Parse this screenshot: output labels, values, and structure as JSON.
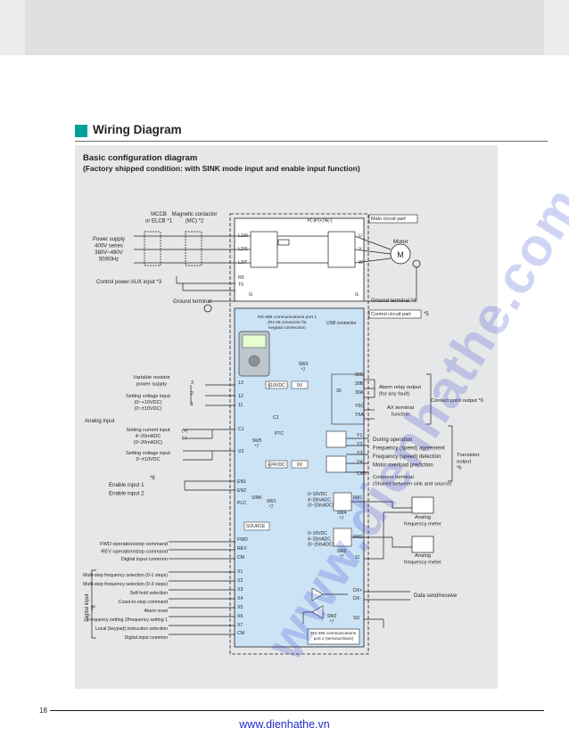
{
  "section_title": "Wiring Diagram",
  "diagram": {
    "title": "Basic configuration diagram",
    "subtitle": "(Factory shipped condition: with SINK mode input and enable input function)",
    "labels": [
      {
        "id": "mccb",
        "lines": [
          "MCCB",
          "or ELCB *1"
        ]
      },
      {
        "id": "mc",
        "lines": [
          "Magnetic contactor",
          "(MC) *2"
        ]
      },
      {
        "id": "power_supply",
        "lines": [
          "Power supply",
          "400V series",
          "380V~480V",
          "50/60Hz"
        ]
      },
      {
        "id": "aux",
        "lines": [
          "Control power AUX input *3"
        ]
      },
      {
        "id": "ground_terminal_left",
        "lines": [
          "Ground terminal"
        ]
      },
      {
        "id": "main_circuit",
        "lines": [
          "Main circuit part"
        ]
      },
      {
        "id": "motor",
        "lines": [
          "Motor"
        ]
      },
      {
        "id": "ground_terminal_right",
        "lines": [
          "Ground terminal *4"
        ]
      },
      {
        "id": "control_circuit",
        "lines": [
          "Control circuit part"
        ]
      },
      {
        "id": "star5",
        "lines": [
          "*5"
        ]
      },
      {
        "id": "rs485_1",
        "lines": [
          "RS-485 communications port 1",
          "(RJ-45 connector for",
          "keypad connection)"
        ]
      },
      {
        "id": "usb",
        "lines": [
          "USB connector"
        ]
      },
      {
        "id": "sw3",
        "lines": [
          "SW3",
          "*7"
        ]
      },
      {
        "id": "variable_resistor",
        "lines": [
          "Variable resistor",
          "power supply"
        ]
      },
      {
        "id": "setting_voltage_1",
        "lines": [
          "Setting voltage input",
          "(0~+10VDC)",
          "(0~±10VDC)"
        ]
      },
      {
        "id": "analog_input",
        "lines": [
          "Analog input"
        ]
      },
      {
        "id": "setting_current",
        "lines": [
          "Setting current input",
          "4~20mADC",
          "(0~20mADC)"
        ]
      },
      {
        "id": "setting_voltage_2",
        "lines": [
          "Setting voltage input",
          "0~±10VDC"
        ]
      },
      {
        "id": "alarm_relay",
        "lines": [
          "Alarm relay output",
          "(for any fault)"
        ]
      },
      {
        "id": "ax_terminal",
        "lines": [
          "AX terminal",
          "function"
        ]
      },
      {
        "id": "contact_output",
        "lines": [
          "Contact point output *6"
        ]
      },
      {
        "id": "transistor_list",
        "lines": [
          "During operation",
          "Frequency (speed) agreement",
          "Frequency (speed) detection",
          "Motor overload prediction"
        ]
      },
      {
        "id": "common",
        "lines": [
          "Common terminal",
          "(Shared between sink and source)"
        ]
      },
      {
        "id": "transistor_output",
        "lines": [
          "Transistor",
          "output",
          "*6"
        ]
      },
      {
        "id": "star8",
        "lines": [
          "*8"
        ]
      },
      {
        "id": "enable",
        "lines": [
          "Enable input 1",
          "Enable input 2"
        ]
      },
      {
        "id": "sink",
        "lines": [
          "SINK"
        ]
      },
      {
        "id": "source",
        "lines": [
          "SOURCE"
        ]
      },
      {
        "id": "sw1",
        "lines": [
          "SW1",
          "*7"
        ]
      },
      {
        "id": "sw5",
        "lines": [
          "SW5",
          "*7"
        ]
      },
      {
        "id": "ptc",
        "lines": [
          "PTC"
        ]
      },
      {
        "id": "fm1_range",
        "lines": [
          "0~10VDC",
          "4~20mADC",
          "(0~20mADC)"
        ]
      },
      {
        "id": "fm2_range",
        "lines": [
          "0~10VDC",
          "4~20mADC",
          "(0~20mADC)"
        ]
      },
      {
        "id": "sw4",
        "lines": [
          "SW4",
          "*7"
        ]
      },
      {
        "id": "sw6",
        "lines": [
          "SW6",
          "*7"
        ]
      },
      {
        "id": "analog_meter_1",
        "lines": [
          "Analog",
          "frequency meter"
        ]
      },
      {
        "id": "analog_meter_2",
        "lines": [
          "Analog",
          "frequency meter"
        ]
      },
      {
        "id": "digital_inputs",
        "lines": [
          "FWD operation/stop command",
          "REV operation/stop command",
          "Digital input common"
        ]
      },
      {
        "id": "digital_inputs_2",
        "lines": [
          "Multi-step frequency selection (0-1 steps)",
          "Multi-step frequency selection (0-3 steps)",
          "Self-hold selection",
          "Coast-to-stop command",
          "Alarm reset",
          "Frequency setting 2/frequency setting 1",
          "Local (keypad) instruction selection",
          "Digital input common"
        ]
      },
      {
        "id": "digital_input_side",
        "lines": [
          "Digital input",
          "*6"
        ]
      },
      {
        "id": "data_send",
        "lines": [
          "Data send/receive"
        ]
      },
      {
        "id": "sw2",
        "lines": [
          "SW2",
          "*7"
        ]
      },
      {
        "id": "rs485_2",
        "lines": [
          "RS-485 communications",
          "port 2 (terminal block)"
        ]
      }
    ],
    "terminals": {
      "power": [
        "L1/R",
        "L2/S",
        "L3/T",
        "R0",
        "T0",
        "G"
      ],
      "dc": [
        "P(-)",
        "P(+)",
        "N(-)"
      ],
      "motor_out": [
        "U",
        "V",
        "W"
      ],
      "ground_right": [
        "G"
      ],
      "relay": [
        "30C",
        "30B",
        "30A",
        "Y5C",
        "Y5A"
      ],
      "relay_coil": [
        "30"
      ],
      "analog": [
        "13",
        "12",
        "11",
        "C1",
        "V2"
      ],
      "dc_source_1": [
        "+10VDC",
        "0V"
      ],
      "dc_source_2": [
        "+24VDC",
        "0V"
      ],
      "transistor": [
        "Y1",
        "Y2",
        "Y3",
        "Y4",
        "CMY"
      ],
      "enable": [
        "EN1",
        "EN2",
        "PLC"
      ],
      "fm": [
        "FM1",
        "FM2",
        "11"
      ],
      "digital": [
        "FWD",
        "REV",
        "CM",
        "X1",
        "X2",
        "X3",
        "X4",
        "X5",
        "X6",
        "X7",
        "CM"
      ],
      "comms": [
        "DX+",
        "DX-",
        "SD"
      ],
      "vr_pins": [
        "3",
        "2",
        "1"
      ],
      "cable_polarity": [
        "(+)",
        "(-)"
      ],
      "c1_element": [
        "C1"
      ]
    }
  },
  "page_number": "18",
  "footer_url": "www.dienhathe.vn",
  "watermark": "www.dienhathe.com",
  "colors": {
    "accent": "#00a19a",
    "panel": "#e6e7e8",
    "control_box": "#cbe3f5",
    "link": "#1f2cc8",
    "watermark": "#2f3fd0"
  }
}
